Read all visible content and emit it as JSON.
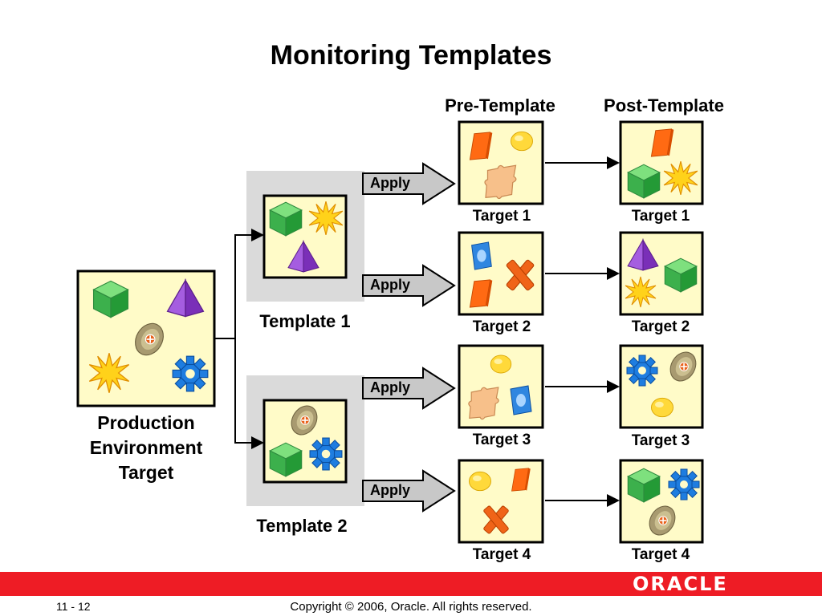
{
  "title": "Monitoring Templates",
  "columns": {
    "pre": "Pre-Template",
    "post": "Post-Template"
  },
  "production": {
    "lines": [
      "Production",
      "Environment",
      "Target"
    ]
  },
  "templates": [
    "Template 1",
    "Template 2"
  ],
  "apply_label": "Apply",
  "targets": {
    "pre": [
      "Target 1",
      "Target 2",
      "Target 3",
      "Target 4"
    ],
    "post": [
      "Target 1",
      "Target 2",
      "Target 3",
      "Target 4"
    ]
  },
  "footer": {
    "page": "11 - 12",
    "copyright": "Copyright © 2006, Oracle. All rights reserved.",
    "logo": "ORACLE"
  },
  "colors": {
    "box_fill": "#fffbc8",
    "template_bg": "#dadada",
    "brand_red": "#ee1c25"
  }
}
